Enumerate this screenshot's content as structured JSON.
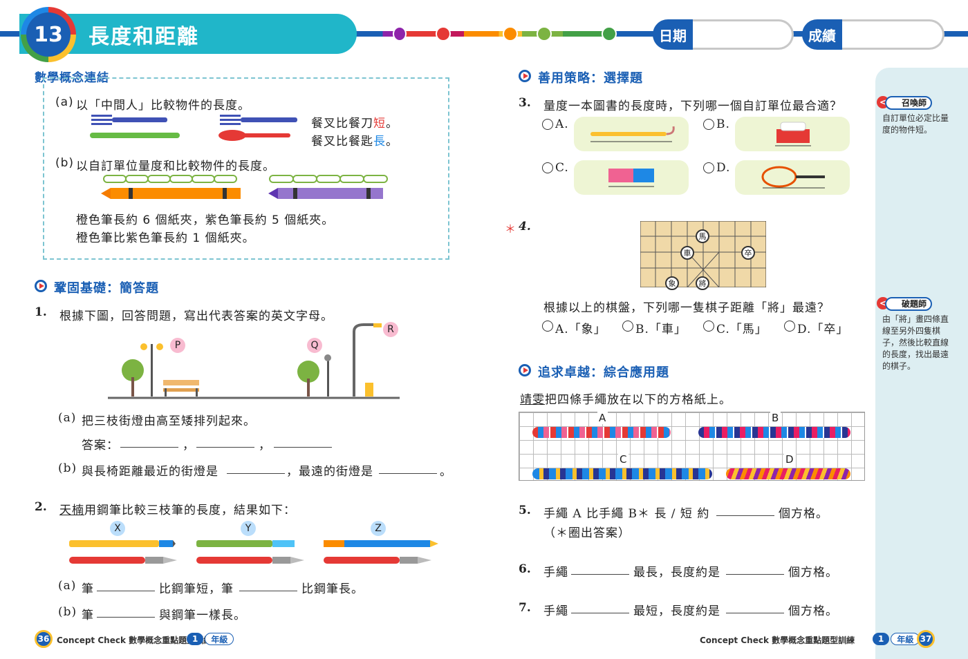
{
  "header": {
    "chapter_number": "13",
    "chapter_title": "長度和距離",
    "date_label": "日期",
    "score_label": "成績"
  },
  "concept": {
    "heading": "數學概念連結",
    "a_label": "(a)",
    "a_text": "以「中間人」比較物件的長度。",
    "a_result1_pre": "餐叉比餐刀",
    "a_result1_key": "短",
    "a_result1_post": "。",
    "a_result2_pre": "餐叉比餐匙",
    "a_result2_key": "長",
    "a_result2_post": "。",
    "b_label": "(b)",
    "b_text": "以自訂單位量度和比較物件的長度。",
    "b_line1": "橙色筆長約 6 個紙夾，紫色筆長約 5 個紙夾。",
    "b_line2": "橙色筆比紫色筆長約 1 個紙夾。"
  },
  "section_basic": {
    "heading": "鞏固基礎：簡答題"
  },
  "q1": {
    "num": "1.",
    "text": "根據下圖，回答問題，寫出代表答案的英文字母。",
    "labels": [
      "P",
      "Q",
      "R"
    ],
    "a_label": "(a)",
    "a_text": "把三枝街燈由高至矮排列起來。",
    "answer_label": "答案：",
    "comma": "，",
    "b_label": "(b)",
    "b_text1": "與長椅距離最近的街燈是",
    "b_text2": "，最遠的街燈是",
    "b_end": "。"
  },
  "q2": {
    "num": "2.",
    "name": "天楠",
    "text": "用鋼筆比較三枝筆的長度，結果如下：",
    "labels": [
      "X",
      "Y",
      "Z"
    ],
    "a_label": "(a)",
    "a_t1": "筆",
    "a_t2": "比鋼筆短，筆",
    "a_t3": "比鋼筆長。",
    "b_label": "(b)",
    "b_t1": "筆",
    "b_t2": "與鋼筆一樣長。"
  },
  "section_strategy": {
    "heading": "善用策略：選擇題"
  },
  "q3": {
    "num": "3.",
    "text": "量度一本圖書的長度時，下列哪一個自訂單位最合適？",
    "options": [
      "A.",
      "B.",
      "C.",
      "D."
    ]
  },
  "q4": {
    "star": "＊",
    "num": "4.",
    "pieces": {
      "ma": "馬",
      "che": "車",
      "zu": "卒",
      "xiang": "象",
      "jiang": "將"
    },
    "text": "根據以上的棋盤，下列哪一隻棋子距離「將」最遠？",
    "options": [
      "A.「象」",
      "B.「車」",
      "C.「馬」",
      "D.「卒」"
    ]
  },
  "section_advanced": {
    "heading": "追求卓越：綜合應用題"
  },
  "grid_intro": {
    "name": "靖雯",
    "text": "把四條手繩放在以下的方格紙上。"
  },
  "bracelets": {
    "labels": [
      "A",
      "B",
      "C",
      "D"
    ]
  },
  "q5": {
    "num": "5.",
    "t1": "手繩 A 比手繩 B＊ 長 / 短 約",
    "t2": "個方格。",
    "note": "（＊圈出答案）"
  },
  "q6": {
    "num": "6.",
    "t1": "手繩",
    "t2": "最長，長度約是",
    "t3": "個方格。"
  },
  "q7": {
    "num": "7.",
    "t1": "手繩",
    "t2": "最短，長度約是",
    "t3": "個方格。"
  },
  "tips": {
    "summoner_title": "召喚師",
    "summoner_text": "自訂單位必定比量度的物件短。",
    "breaker_title": "破題師",
    "breaker_text": "由「將」畫四條直線至另外四隻棋子，然後比較直線的長度，找出最遠的棋子。"
  },
  "footer": {
    "left_page": "36",
    "right_page": "37",
    "book_title": "Concept Check 數學概念重點題型訓練",
    "grade_num": "1",
    "grade_text": "年級"
  },
  "colors": {
    "brand_blue": "#1a5fb4",
    "teal": "#20b6c9",
    "red": "#e53935"
  }
}
